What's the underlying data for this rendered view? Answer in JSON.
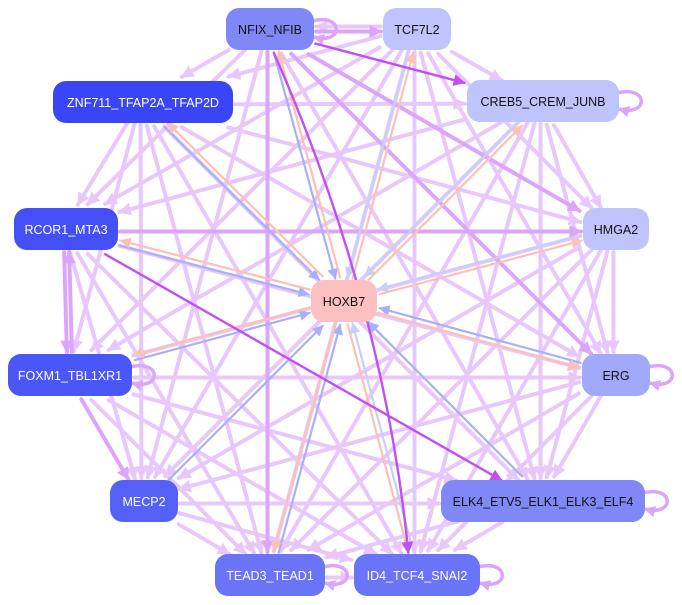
{
  "diagram": {
    "type": "network",
    "center_node": "HOXB7",
    "nodes": [
      {
        "id": "NFIX_NFIB",
        "label": "NFIX_NFIB",
        "fill": "#8088f8",
        "text_color": "#111111",
        "self_loop": true
      },
      {
        "id": "TCF7L2",
        "label": "TCF7L2",
        "fill": "#c0c4fc",
        "text_color": "#111111",
        "self_loop": false
      },
      {
        "id": "ZNF711_TFAP2A_TFAP2D",
        "label": "ZNF711_TFAP2A_TFAP2D",
        "fill": "#3a46f6",
        "text_color": "#ffffff",
        "self_loop": false
      },
      {
        "id": "CREB5_CREM_JUNB",
        "label": "CREB5_CREM_JUNB",
        "fill": "#c0c4fc",
        "text_color": "#111111",
        "self_loop": true
      },
      {
        "id": "RCOR1_MTA3",
        "label": "RCOR1_MTA3",
        "fill": "#4450f6",
        "text_color": "#ffffff",
        "self_loop": false
      },
      {
        "id": "HMGA2",
        "label": "HMGA2",
        "fill": "#c0c4fc",
        "text_color": "#111111",
        "self_loop": false
      },
      {
        "id": "HOXB7",
        "label": "HOXB7",
        "fill": "#fcc0c0",
        "text_color": "#111111",
        "self_loop": false
      },
      {
        "id": "FOXM1_TBL1XR1",
        "label": "FOXM1_TBL1XR1",
        "fill": "#4a56f6",
        "text_color": "#ffffff",
        "self_loop": true
      },
      {
        "id": "ERG",
        "label": "ERG",
        "fill": "#a2a8fa",
        "text_color": "#111111",
        "self_loop": true
      },
      {
        "id": "MECP2",
        "label": "MECP2",
        "fill": "#5460f6",
        "text_color": "#ffffff",
        "self_loop": false
      },
      {
        "id": "ELK4_ETV5_ELK1_ELK3_ELF4",
        "label": "ELK4_ETV5_ELK1_ELK3_ELF4",
        "fill": "#8088f8",
        "text_color": "#111111",
        "self_loop": true
      },
      {
        "id": "TEAD3_TEAD1",
        "label": "TEAD3_TEAD1",
        "fill": "#6a74f6",
        "text_color": "#ffffff",
        "self_loop": true
      },
      {
        "id": "ID4_TCF4_SNAI2",
        "label": "ID4_TCF4_SNAI2",
        "fill": "#6a74f6",
        "text_color": "#ffffff",
        "self_loop": true
      }
    ],
    "edge_colors": {
      "light": "#e8c8fc",
      "medium": "#dba6fa",
      "strong": "#c050f0",
      "to_hub_blue": "#a8b0f8",
      "to_hub_pale_blue": "#c8d0f8",
      "salmon": "#fcc0b4"
    },
    "edges": [
      {
        "from": "NFIX_NFIB",
        "to": "TCF7L2",
        "style": "medium"
      },
      {
        "from": "TCF7L2",
        "to": "NFIX_NFIB",
        "style": "light"
      },
      {
        "from": "NFIX_NFIB",
        "to": "CREB5_CREM_JUNB",
        "style": "strong"
      },
      {
        "from": "NFIX_NFIB",
        "to": "ZNF711_TFAP2A_TFAP2D",
        "style": "light"
      },
      {
        "from": "NFIX_NFIB",
        "to": "HMGA2",
        "style": "medium"
      },
      {
        "from": "NFIX_NFIB",
        "to": "ERG",
        "style": "medium"
      },
      {
        "from": "NFIX_NFIB",
        "to": "ID4_TCF4_SNAI2",
        "style": "strong",
        "curved": true
      },
      {
        "from": "NFIX_NFIB",
        "to": "TEAD3_TEAD1",
        "style": "medium"
      },
      {
        "from": "NFIX_NFIB",
        "to": "HOXB7",
        "style": "to_hub_blue"
      },
      {
        "from": "NFIX_NFIB",
        "to": "RCOR1_MTA3",
        "style": "light"
      },
      {
        "from": "NFIX_NFIB",
        "to": "MECP2",
        "style": "light"
      },
      {
        "from": "NFIX_NFIB",
        "to": "ELK4_ETV5_ELK1_ELK3_ELF4",
        "style": "light"
      },
      {
        "from": "HOXB7",
        "to": "NFIX_NFIB",
        "style": "salmon"
      },
      {
        "from": "TCF7L2",
        "to": "CREB5_CREM_JUNB",
        "style": "light"
      },
      {
        "from": "TCF7L2",
        "to": "HOXB7",
        "style": "to_hub_pale_blue"
      },
      {
        "from": "HOXB7",
        "to": "TCF7L2",
        "style": "salmon"
      },
      {
        "from": "TCF7L2",
        "to": "ZNF711_TFAP2A_TFAP2D",
        "style": "light"
      },
      {
        "from": "TCF7L2",
        "to": "RCOR1_MTA3",
        "style": "light"
      },
      {
        "from": "TCF7L2",
        "to": "FOXM1_TBL1XR1",
        "style": "light"
      },
      {
        "from": "TCF7L2",
        "to": "MECP2",
        "style": "light"
      },
      {
        "from": "TCF7L2",
        "to": "TEAD3_TEAD1",
        "style": "light"
      },
      {
        "from": "TCF7L2",
        "to": "ID4_TCF4_SNAI2",
        "style": "light"
      },
      {
        "from": "TCF7L2",
        "to": "ELK4_ETV5_ELK1_ELK3_ELF4",
        "style": "light"
      },
      {
        "from": "TCF7L2",
        "to": "ERG",
        "style": "light"
      },
      {
        "from": "TCF7L2",
        "to": "HMGA2",
        "style": "light"
      },
      {
        "from": "ZNF711_TFAP2A_TFAP2D",
        "to": "HOXB7",
        "style": "to_hub_blue"
      },
      {
        "from": "HOXB7",
        "to": "ZNF711_TFAP2A_TFAP2D",
        "style": "salmon"
      },
      {
        "from": "ZNF711_TFAP2A_TFAP2D",
        "to": "CREB5_CREM_JUNB",
        "style": "light"
      },
      {
        "from": "ZNF711_TFAP2A_TFAP2D",
        "to": "HMGA2",
        "style": "light"
      },
      {
        "from": "ZNF711_TFAP2A_TFAP2D",
        "to": "ERG",
        "style": "light"
      },
      {
        "from": "ZNF711_TFAP2A_TFAP2D",
        "to": "ELK4_ETV5_ELK1_ELK3_ELF4",
        "style": "light"
      },
      {
        "from": "ZNF711_TFAP2A_TFAP2D",
        "to": "ID4_TCF4_SNAI2",
        "style": "light"
      },
      {
        "from": "ZNF711_TFAP2A_TFAP2D",
        "to": "TEAD3_TEAD1",
        "style": "light"
      },
      {
        "from": "ZNF711_TFAP2A_TFAP2D",
        "to": "MECP2",
        "style": "light"
      },
      {
        "from": "ZNF711_TFAP2A_TFAP2D",
        "to": "FOXM1_TBL1XR1",
        "style": "light"
      },
      {
        "from": "ZNF711_TFAP2A_TFAP2D",
        "to": "RCOR1_MTA3",
        "style": "light"
      },
      {
        "from": "CREB5_CREM_JUNB",
        "to": "HOXB7",
        "style": "to_hub_pale_blue"
      },
      {
        "from": "HOXB7",
        "to": "CREB5_CREM_JUNB",
        "style": "salmon"
      },
      {
        "from": "CREB5_CREM_JUNB",
        "to": "HMGA2",
        "style": "light"
      },
      {
        "from": "CREB5_CREM_JUNB",
        "to": "ERG",
        "style": "light"
      },
      {
        "from": "CREB5_CREM_JUNB",
        "to": "ELK4_ETV5_ELK1_ELK3_ELF4",
        "style": "light"
      },
      {
        "from": "CREB5_CREM_JUNB",
        "to": "ID4_TCF4_SNAI2",
        "style": "light"
      },
      {
        "from": "CREB5_CREM_JUNB",
        "to": "TEAD3_TEAD1",
        "style": "light"
      },
      {
        "from": "CREB5_CREM_JUNB",
        "to": "MECP2",
        "style": "light"
      },
      {
        "from": "CREB5_CREM_JUNB",
        "to": "FOXM1_TBL1XR1",
        "style": "light"
      },
      {
        "from": "CREB5_CREM_JUNB",
        "to": "RCOR1_MTA3",
        "style": "light"
      },
      {
        "from": "RCOR1_MTA3",
        "to": "HOXB7",
        "style": "to_hub_blue"
      },
      {
        "from": "HOXB7",
        "to": "RCOR1_MTA3",
        "style": "salmon"
      },
      {
        "from": "RCOR1_MTA3",
        "to": "HMGA2",
        "style": "medium"
      },
      {
        "from": "RCOR1_MTA3",
        "to": "ELK4_ETV5_ELK1_ELK3_ELF4",
        "style": "strong"
      },
      {
        "from": "RCOR1_MTA3",
        "to": "FOXM1_TBL1XR1",
        "style": "medium"
      },
      {
        "from": "FOXM1_TBL1XR1",
        "to": "RCOR1_MTA3",
        "style": "medium"
      },
      {
        "from": "RCOR1_MTA3",
        "to": "ERG",
        "style": "light"
      },
      {
        "from": "RCOR1_MTA3",
        "to": "MECP2",
        "style": "light"
      },
      {
        "from": "RCOR1_MTA3",
        "to": "TEAD3_TEAD1",
        "style": "light"
      },
      {
        "from": "RCOR1_MTA3",
        "to": "ID4_TCF4_SNAI2",
        "style": "light"
      },
      {
        "from": "HMGA2",
        "to": "HOXB7",
        "style": "to_hub_pale_blue"
      },
      {
        "from": "HOXB7",
        "to": "HMGA2",
        "style": "salmon"
      },
      {
        "from": "HMGA2",
        "to": "ERG",
        "style": "light"
      },
      {
        "from": "HMGA2",
        "to": "ELK4_ETV5_ELK1_ELK3_ELF4",
        "style": "light"
      },
      {
        "from": "HMGA2",
        "to": "ID4_TCF4_SNAI2",
        "style": "light"
      },
      {
        "from": "HMGA2",
        "to": "TEAD3_TEAD1",
        "style": "light"
      },
      {
        "from": "HMGA2",
        "to": "MECP2",
        "style": "light"
      },
      {
        "from": "HMGA2",
        "to": "FOXM1_TBL1XR1",
        "style": "light"
      },
      {
        "from": "FOXM1_TBL1XR1",
        "to": "HOXB7",
        "style": "to_hub_blue"
      },
      {
        "from": "HOXB7",
        "to": "FOXM1_TBL1XR1",
        "style": "salmon"
      },
      {
        "from": "FOXM1_TBL1XR1",
        "to": "ERG",
        "style": "light"
      },
      {
        "from": "FOXM1_TBL1XR1",
        "to": "ELK4_ETV5_ELK1_ELK3_ELF4",
        "style": "light"
      },
      {
        "from": "FOXM1_TBL1XR1",
        "to": "ID4_TCF4_SNAI2",
        "style": "light"
      },
      {
        "from": "FOXM1_TBL1XR1",
        "to": "TEAD3_TEAD1",
        "style": "light"
      },
      {
        "from": "FOXM1_TBL1XR1",
        "to": "MECP2",
        "style": "medium"
      },
      {
        "from": "ERG",
        "to": "HOXB7",
        "style": "to_hub_blue"
      },
      {
        "from": "HOXB7",
        "to": "ERG",
        "style": "salmon"
      },
      {
        "from": "ERG",
        "to": "ELK4_ETV5_ELK1_ELK3_ELF4",
        "style": "light"
      },
      {
        "from": "ERG",
        "to": "ID4_TCF4_SNAI2",
        "style": "light"
      },
      {
        "from": "ERG",
        "to": "TEAD3_TEAD1",
        "style": "light"
      },
      {
        "from": "ERG",
        "to": "MECP2",
        "style": "light"
      },
      {
        "from": "MECP2",
        "to": "HOXB7",
        "style": "to_hub_blue"
      },
      {
        "from": "MECP2",
        "to": "ELK4_ETV5_ELK1_ELK3_ELF4",
        "style": "light"
      },
      {
        "from": "MECP2",
        "to": "ID4_TCF4_SNAI2",
        "style": "light"
      },
      {
        "from": "MECP2",
        "to": "TEAD3_TEAD1",
        "style": "light"
      },
      {
        "from": "ELK4_ETV5_ELK1_ELK3_ELF4",
        "to": "HOXB7",
        "style": "to_hub_blue"
      },
      {
        "from": "ELK4_ETV5_ELK1_ELK3_ELF4",
        "to": "ID4_TCF4_SNAI2",
        "style": "light"
      },
      {
        "from": "ELK4_ETV5_ELK1_ELK3_ELF4",
        "to": "TEAD3_TEAD1",
        "style": "light"
      },
      {
        "from": "TEAD3_TEAD1",
        "to": "HOXB7",
        "style": "to_hub_blue"
      },
      {
        "from": "HOXB7",
        "to": "TEAD3_TEAD1",
        "style": "salmon"
      },
      {
        "from": "TEAD3_TEAD1",
        "to": "ID4_TCF4_SNAI2",
        "style": "light"
      },
      {
        "from": "ID4_TCF4_SNAI2",
        "to": "HOXB7",
        "style": "to_hub_pale_blue"
      },
      {
        "from": "HOXB7",
        "to": "ID4_TCF4_SNAI2",
        "style": "salmon"
      }
    ]
  }
}
